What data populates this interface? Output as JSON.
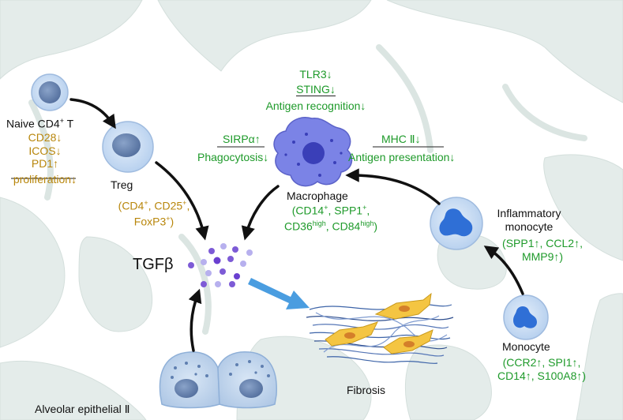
{
  "colors": {
    "background": "#ffffff",
    "tissue": "#e3ebea",
    "cell_blue": "#c7dcf2",
    "macrophage": "#7b83e6",
    "green_text": "#1e9a2a",
    "gold_text": "#b8860b",
    "arrow_blue": "#4a9de0",
    "fibroblast": "#f4c542"
  },
  "naive": {
    "title": "Naive CD4",
    "title_sup": "+",
    "title_end": " T",
    "m1": "CD28↓",
    "m2": "ICOS↓",
    "m3": "PD1↑",
    "m4": "proliferation↓"
  },
  "treg": {
    "label": "Treg",
    "m1a": "(CD4",
    "m1b": "+",
    "m1c": ", CD25",
    "m1d": "+",
    "m1e": ",",
    "m2a": "FoxP3",
    "m2b": "+",
    "m2c": ")"
  },
  "tgfb": {
    "label": "TGFβ"
  },
  "macrophage": {
    "tlr3": "TLR3↓",
    "sting": "STING↓",
    "antigen_recognition": "Antigen recognition↓",
    "sirpa": "SIRPα↑",
    "phagocytosis": "Phagocytosis↓",
    "mhc": "MHC Ⅱ↓",
    "antigen_presentation": "Antigen presentation↓",
    "label": "Macrophage",
    "m1a": "(CD14",
    "m1b": "+",
    "m1c": ", SPP1",
    "m1d": "+",
    "m1e": ",",
    "m2a": "CD36",
    "m2b": "high",
    "m2c": ", CD84",
    "m2d": "high",
    "m2e": ")"
  },
  "inflammatory": {
    "line1": "Inflammatory",
    "line2": "monocyte",
    "m1": "(SPP1↑, CCL2↑,",
    "m2": "MMP9↑)"
  },
  "monocyte": {
    "label": "Monocyte",
    "m1": "(CCR2↑, SPI1↑,",
    "m2": "CD14↑, S100A8↑)"
  },
  "fibrosis": {
    "label": "Fibrosis"
  },
  "alveolar": {
    "label": "Alveolar epithelial Ⅱ"
  }
}
